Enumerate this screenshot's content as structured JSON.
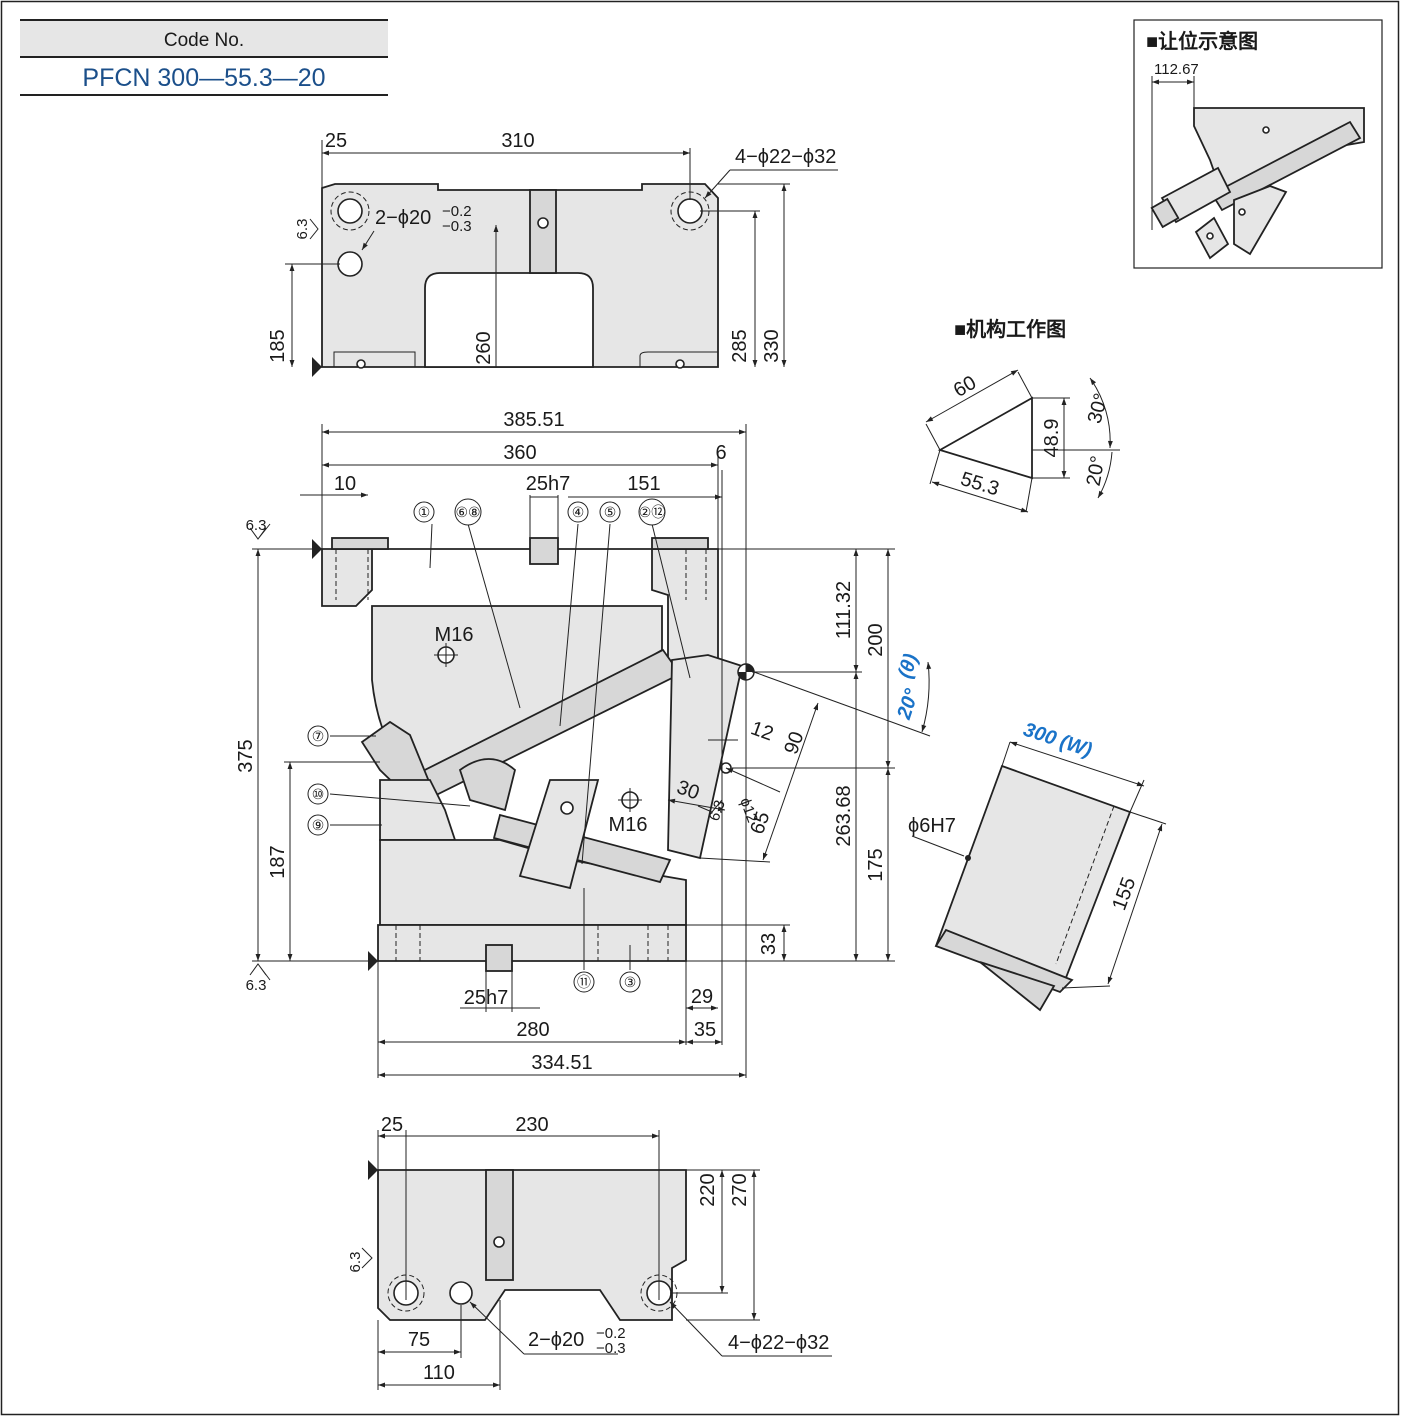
{
  "code_box": {
    "label": "Code No.",
    "value": "PFCN 300—55.3—20"
  },
  "top_view": {
    "dims": {
      "left_offset": "25",
      "hole_pitch": "310",
      "hole_callout": "4−ϕ22−ϕ32",
      "dowel_callout": "2−ϕ20",
      "dowel_tol_upper": "−0.2",
      "dowel_tol_lower": "−0.3",
      "roughness": "6.3",
      "depth_185": "185",
      "depth_260": "260",
      "depth_285": "285",
      "depth_330": "330"
    }
  },
  "front_view": {
    "dims": {
      "overall_width": "385.51",
      "width_360": "360",
      "dim_6": "6",
      "dim_10": "10",
      "key_top": "25h7",
      "dim_151": "151",
      "height_375": "375",
      "height_187": "187",
      "height_111": "111.32",
      "height_200": "200",
      "height_263": "263.68",
      "height_175": "175",
      "height_33": "33",
      "angle": "20°",
      "angle_symbol": "(θ)",
      "dim_12": "12",
      "dim_90": "90",
      "dim_30": "30",
      "dim_65": "65",
      "hole_phi12": "ϕ12",
      "thread_upper": "M16",
      "thread_lower": "M16",
      "key_bottom": "25h7",
      "base_280": "280",
      "dim_29": "29",
      "dim_35": "35",
      "base_334": "334.51",
      "roughness_top": "6.3",
      "roughness_bottom": "6.3",
      "roughness_side": "6.3"
    },
    "balloons": [
      "①",
      "⑥⑧",
      "④",
      "⑤",
      "②⑫",
      "⑦",
      "⑩",
      "⑨",
      "⑪",
      "③"
    ]
  },
  "bottom_view": {
    "dims": {
      "left_offset": "25",
      "hole_pitch": "230",
      "depth_220": "220",
      "depth_270": "270",
      "dim_75": "75",
      "dim_110": "110",
      "roughness": "6.3",
      "dowel_callout": "2−ϕ20",
      "dowel_tol_upper": "−0.2",
      "dowel_tol_lower": "−0.3",
      "hole_callout": "4−ϕ22−ϕ32"
    }
  },
  "clearance_diagram": {
    "title": "■让位示意图",
    "dim": "112.67"
  },
  "mechanism_diagram": {
    "title": "■机构工作图",
    "dims": {
      "stroke": "60",
      "vertical": "48.9",
      "horizontal": "55.3",
      "angle_30": "30°",
      "angle_20": "20°"
    }
  },
  "cam_driver": {
    "width_label": "300",
    "width_symbol": "(W)",
    "pin_hole": "ϕ6H7",
    "depth_155": "155"
  }
}
